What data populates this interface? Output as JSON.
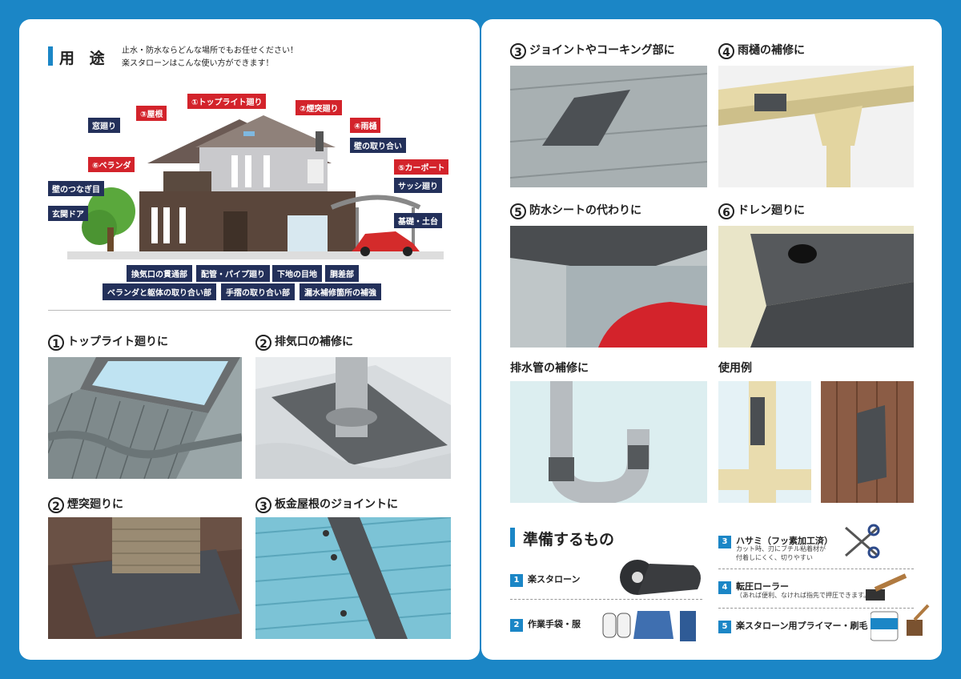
{
  "left": {
    "usage_title": "用 途",
    "intro_line1": "止水・防水ならどんな場所でもお任せください！",
    "intro_line2": "楽スタローンはこんな使い方ができます！",
    "red_labels": [
      "①トップライト廻り",
      "③屋根",
      "②煙突廻り",
      "④雨樋",
      "⑥ベランダ",
      "⑤カーポート"
    ],
    "navy_labels": [
      "窓廻り",
      "壁の取り合い",
      "サッシ廻り",
      "壁のつなぎ目",
      "玄関ドア",
      "基礎・土台"
    ],
    "bottom_row1": [
      "換気口の貫通部",
      "配管・パイプ廻り",
      "下地の目地",
      "胴差部"
    ],
    "bottom_row2": [
      "ベランダと躯体の取り合い部",
      "手摺の取り合い部",
      "漏水補修箇所の補強"
    ],
    "sections": [
      {
        "num": "1",
        "label": "トップライト廻りに"
      },
      {
        "num": "2",
        "label": "排気口の補修に"
      },
      {
        "num": "2",
        "label": "煙突廻りに"
      },
      {
        "num": "3",
        "label": "板金屋根のジョイントに"
      }
    ]
  },
  "right": {
    "sections": [
      {
        "num": "3",
        "label": "ジョイントやコーキング部に"
      },
      {
        "num": "4",
        "label": "雨樋の補修に"
      },
      {
        "num": "5",
        "label": "防水シートの代わりに"
      },
      {
        "num": "6",
        "label": "ドレン廻りに"
      }
    ],
    "drain_label": "排水管の補修に",
    "example_label": "使用例",
    "prep_title": "準備するもの",
    "items": [
      {
        "num": "1",
        "title": "楽スタローン",
        "note": ""
      },
      {
        "num": "2",
        "title": "作業手袋・服",
        "note": ""
      },
      {
        "num": "3",
        "title": "ハサミ（フッ素加工済）",
        "note": "カット時、刃にブチル粘着材が\n付着しにくく、切りやすい"
      },
      {
        "num": "4",
        "title": "転圧ローラー",
        "note": "（あれば便利、なければ指先で押圧できます。）"
      },
      {
        "num": "5",
        "title": "楽スタローン用プライマー・刷毛",
        "note": ""
      }
    ]
  },
  "colors": {
    "brand_blue": "#1b86c6",
    "label_red": "#d3232b",
    "label_navy": "#23305a"
  }
}
